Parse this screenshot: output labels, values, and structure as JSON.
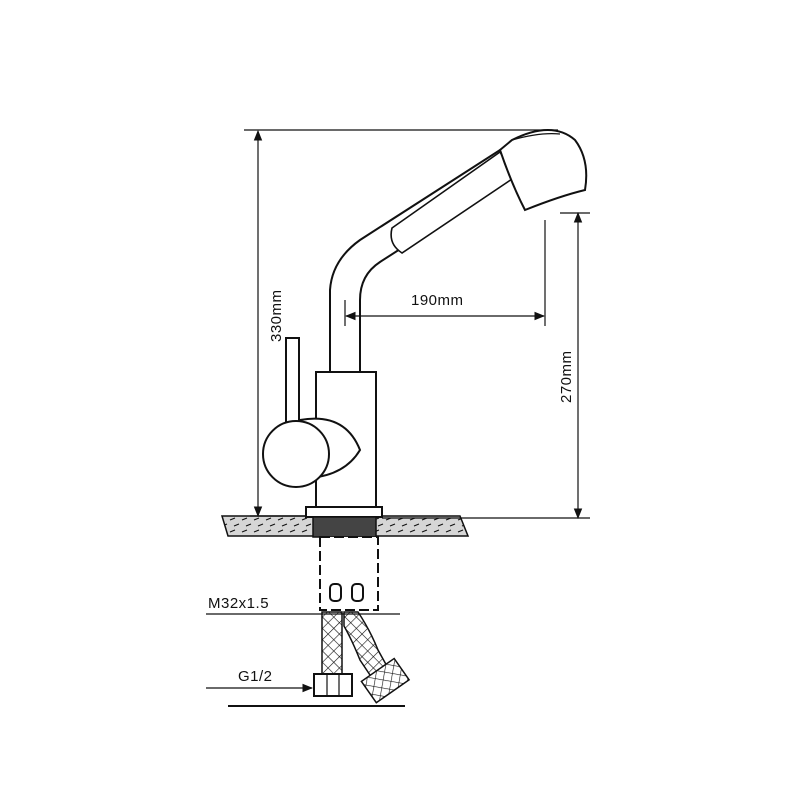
{
  "dimensions": {
    "total_height": "330mm",
    "spout_height": "270mm",
    "spout_reach": "190mm",
    "thread": "M32x1.5",
    "connection": "G1/2"
  }
}
